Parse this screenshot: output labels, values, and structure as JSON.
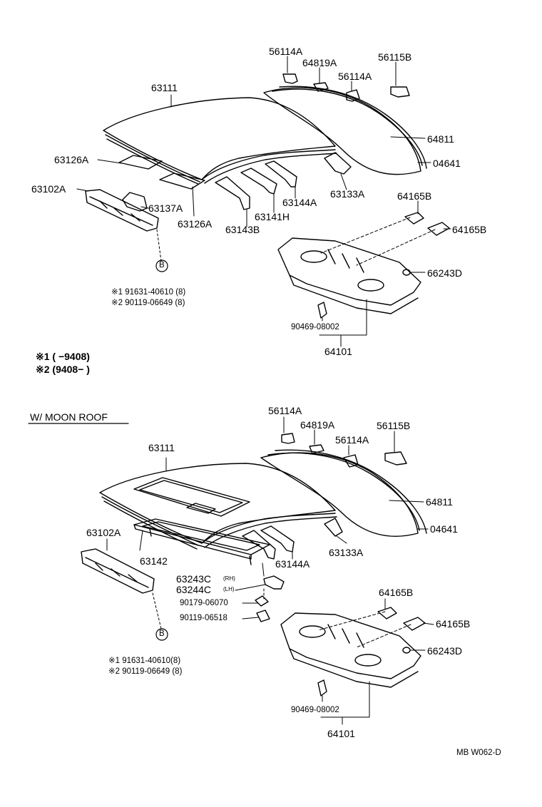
{
  "top": {
    "labels": {
      "p56114A_1": "56114A",
      "p64819A": "64819A",
      "p56115B": "56115B",
      "p56114A_2": "56114A",
      "p63111": "63111",
      "p64811": "64811",
      "p04641": "04641",
      "p63126A_1": "63126A",
      "p63102A": "63102A",
      "p63137A": "63137A",
      "p63126A_2": "63126A",
      "p63143B": "63143B",
      "p63141H": "63141H",
      "p63144A": "63144A",
      "p63133A": "63133A",
      "p64165B_1": "64165B",
      "p64165B_2": "64165B",
      "p66243D": "66243D",
      "p90469": "90469-08002",
      "p64101": "64101",
      "circle_b": "B"
    },
    "notes": [
      "※1 91631-40610 (8)",
      "※2 90119-06649 (8)"
    ]
  },
  "legend": {
    "line1": "※1 (     −9408)",
    "line2": "※2 (9408−       )"
  },
  "moonroof": {
    "heading": "W/ MOON  ROOF",
    "labels": {
      "p56114A_1": "56114A",
      "p64819A": "64819A",
      "p56115B": "56115B",
      "p56114A_2": "56114A",
      "p63111": "63111",
      "p64811": "64811",
      "p04641": "04641",
      "p63102A": "63102A",
      "p63142": "63142",
      "p63144A": "63144A",
      "p63133A": "63133A",
      "p63243C": "63243C",
      "rh": "(RH)",
      "p63244C": "63244C",
      "lh": "(LH)",
      "p90179": "90179-06070",
      "p90119": "90119-06518",
      "p64165B_1": "64165B",
      "p64165B_2": "64165B",
      "p66243D": "66243D",
      "p90469": "90469-08002",
      "p64101": "64101",
      "circle_b": "B"
    },
    "notes": [
      "※1 91631-40610(8)",
      "※2 90119-06649 (8)"
    ]
  },
  "footer": {
    "code": "MB  W062-D"
  }
}
